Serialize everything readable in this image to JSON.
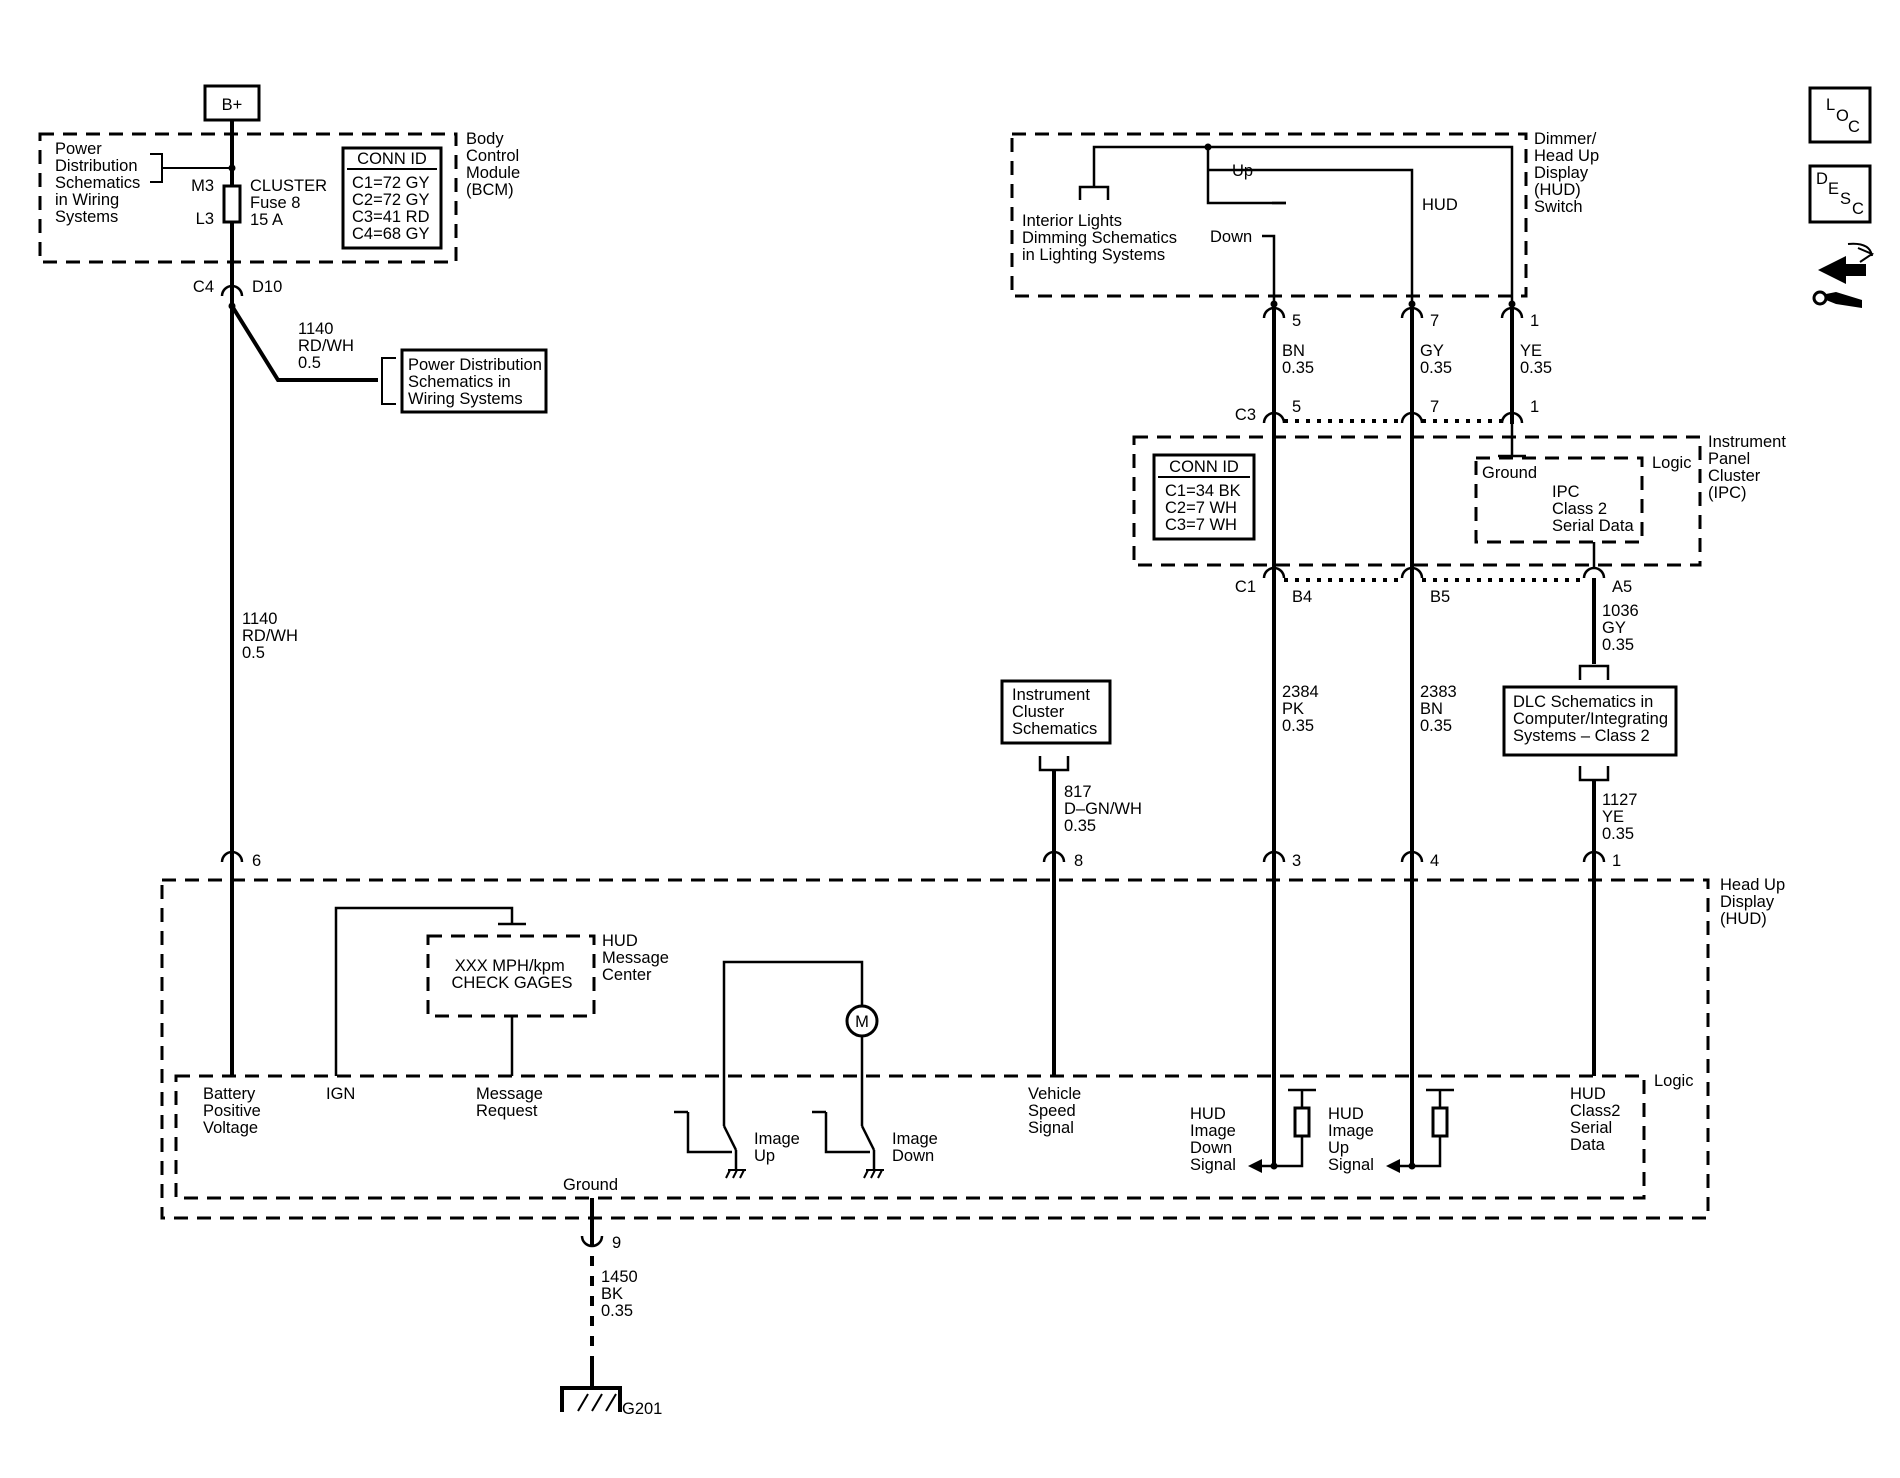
{
  "battery": {
    "label": "B+"
  },
  "bcm": {
    "name": [
      "Body",
      "Control",
      "Module",
      "(BCM)"
    ],
    "pd_ref": [
      "Power",
      "Distribution",
      "Schematics",
      "in Wiring",
      "Systems"
    ],
    "fuse": {
      "top_pin": "M3",
      "bottom_pin": "L3",
      "name": [
        "CLUSTER",
        "Fuse 8",
        "15 A"
      ]
    },
    "conn_id": {
      "title": "CONN ID",
      "rows": [
        "C1=72 GY",
        "C2=72 GY",
        "C3=41 RD",
        "C4=68 GY"
      ]
    },
    "connector": "C4",
    "pin": "D10"
  },
  "splice_wire": {
    "lines": [
      "1140",
      "RD/WH",
      "0.5"
    ]
  },
  "pd_box": {
    "lines": [
      "Power Distribution",
      "Schematics in",
      "Wiring Systems"
    ]
  },
  "main_wire": {
    "lines": [
      "1140",
      "RD/WH",
      "0.5"
    ]
  },
  "dimmer": {
    "name": [
      "Dimmer/",
      "Head Up",
      "Display",
      "(HUD)",
      "Switch"
    ],
    "interior_ref": [
      "Interior Lights",
      "Dimming Schematics",
      "in Lighting Systems"
    ],
    "up": "Up",
    "down": "Down",
    "hud": "HUD",
    "pins": [
      "5",
      "7",
      "1"
    ]
  },
  "upper_wires": [
    {
      "lines": [
        "BN",
        "0.35"
      ]
    },
    {
      "lines": [
        "GY",
        "0.35"
      ]
    },
    {
      "lines": [
        "YE",
        "0.35"
      ]
    }
  ],
  "ipc": {
    "name": [
      "Instrument",
      "Panel",
      "Cluster",
      "(IPC)"
    ],
    "c3": {
      "connector": "C3",
      "pins": [
        "5",
        "7",
        "1"
      ]
    },
    "conn_id": {
      "title": "CONN ID",
      "rows": [
        "C1=34 BK",
        "C2=7 WH",
        "C3=7 WH"
      ]
    },
    "logic": "Logic",
    "ground": "Ground",
    "serial": [
      "IPC",
      "Class 2",
      "Serial Data"
    ],
    "c1": {
      "connector": "C1",
      "pins": [
        "B4",
        "B5",
        "A5"
      ]
    }
  },
  "ipc_wires": [
    {
      "lines": [
        "2384",
        "PK",
        "0.35"
      ]
    },
    {
      "lines": [
        "2383",
        "BN",
        "0.35"
      ]
    },
    {
      "lines": [
        "1036",
        "GY",
        "0.35"
      ]
    }
  ],
  "dlc": {
    "lines": [
      "DLC Schematics in",
      "Computer/Integrating",
      "Systems – Class 2"
    ]
  },
  "dlc_wire": {
    "lines": [
      "1127",
      "YE",
      "0.35"
    ]
  },
  "cluster_ref": {
    "lines": [
      "Instrument",
      "Cluster",
      "Schematics"
    ]
  },
  "speed_wire": {
    "lines": [
      "817",
      "D–GN/WH",
      "0.35"
    ]
  },
  "hud": {
    "name": [
      "Head Up",
      "Display",
      "(HUD)"
    ],
    "pins": [
      "6",
      "8",
      "3",
      "4",
      "1"
    ],
    "message_center": {
      "lines": [
        "XXX MPH/kpm",
        "CHECK GAGES"
      ],
      "name": [
        "HUD",
        "Message",
        "Center"
      ]
    },
    "logic": "Logic",
    "motor": "M",
    "inputs": {
      "battery": [
        "Battery",
        "Positive",
        "Voltage"
      ],
      "ign": [
        "IGN"
      ],
      "message": [
        "Message",
        "Request"
      ],
      "image_up": [
        "Image",
        "Up"
      ],
      "image_down": [
        "Image",
        "Down"
      ],
      "vss": [
        "Vehicle",
        "Speed",
        "Signal"
      ],
      "hud_down": [
        "HUD",
        "Image",
        "Down",
        "Signal"
      ],
      "hud_up": [
        "HUD",
        "Image",
        "Up",
        "Signal"
      ],
      "class2": [
        "HUD",
        "Class2",
        "Serial",
        "Data"
      ]
    },
    "ground": "Ground",
    "ground_pin": "9"
  },
  "ground_wire": {
    "lines": [
      "1450",
      "BK",
      "0.35"
    ]
  },
  "ground_point": "G201",
  "side_icons": {
    "loc": [
      "L",
      "O",
      "C"
    ],
    "desc": [
      "D",
      "E",
      "S",
      "C"
    ]
  }
}
